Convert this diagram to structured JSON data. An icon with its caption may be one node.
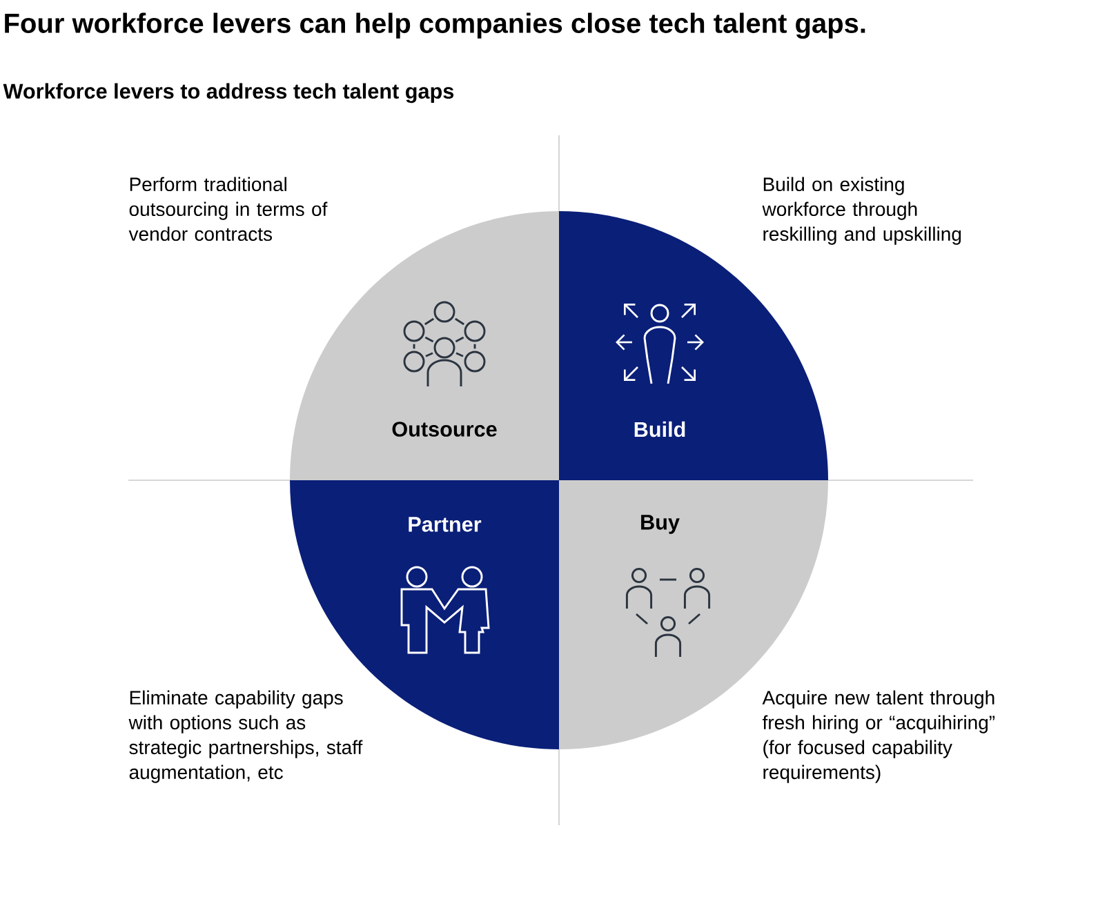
{
  "diagram": {
    "title": "Four workforce levers can help companies close tech talent gaps.",
    "caption": "Workforce levers to address tech talent gaps",
    "nodes": [
      {
        "text": [
          "Outsource"
        ],
        "beside": [
          "Perform traditional outsourcing in terms of vendor contracts"
        ]
      },
      {
        "text": [
          "Build"
        ],
        "beside": [
          "Build on existing workforce through reskilling and upskilling"
        ]
      },
      {
        "text": [
          "Partner"
        ],
        "beside": [
          "Eliminate capability gaps with options such as strategic partnerships, staff augmentation, etc"
        ]
      },
      {
        "text": [
          "Buy"
        ],
        "beside": [
          "Acquire new talent through fresh hiring or “acquihiring” (for focused capability requirements)"
        ]
      }
    ]
  }
}
